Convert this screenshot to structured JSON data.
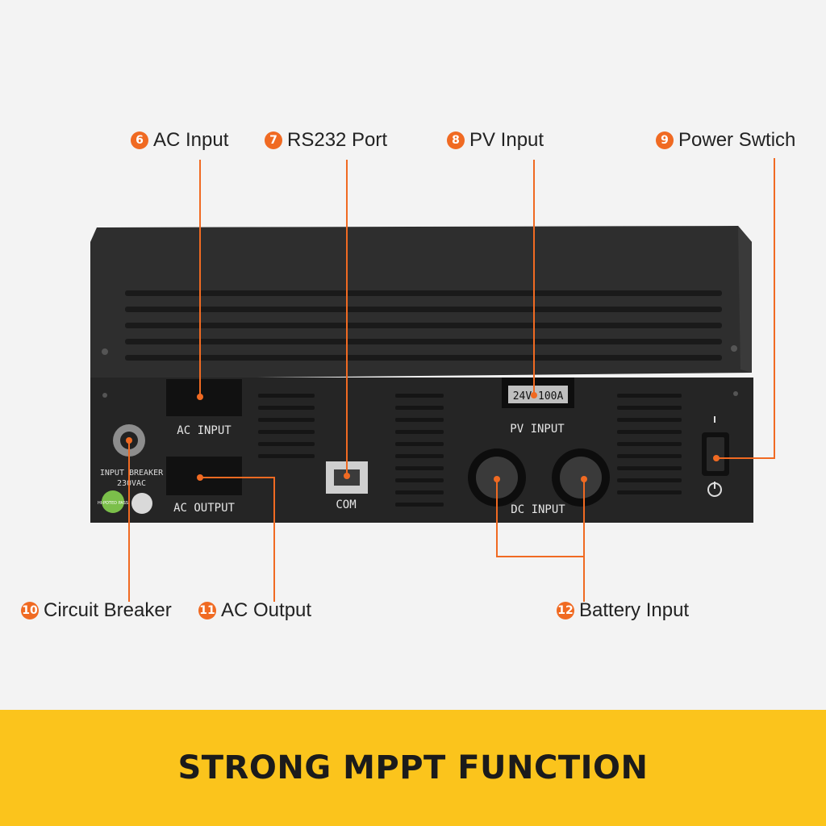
{
  "callouts": [
    {
      "num": "6",
      "label": "AC Input"
    },
    {
      "num": "7",
      "label": "RS232 Port"
    },
    {
      "num": "8",
      "label": "PV Input"
    },
    {
      "num": "9",
      "label": "Power Swtich"
    },
    {
      "num": "10",
      "label": "Circuit Breaker"
    },
    {
      "num": "11",
      "label": "AC Output"
    },
    {
      "num": "12",
      "label": "Battery Input"
    }
  ],
  "panel": {
    "ac_input": "AC INPUT",
    "ac_output": "AC OUTPUT",
    "com": "COM",
    "pv_input": "PV INPUT",
    "pv_rating": "24V 100A",
    "dc_input": "DC INPUT",
    "breaker_line1": "INPUT BREAKER",
    "breaker_line2": "230VAC",
    "hipot_sticker": "HI-POTED PASS"
  },
  "banner": {
    "text": "STRONG MPPT FUNCTION"
  },
  "colors": {
    "accent": "#f06a22",
    "banner": "#fbc41c",
    "device": "#2b2b2b"
  }
}
